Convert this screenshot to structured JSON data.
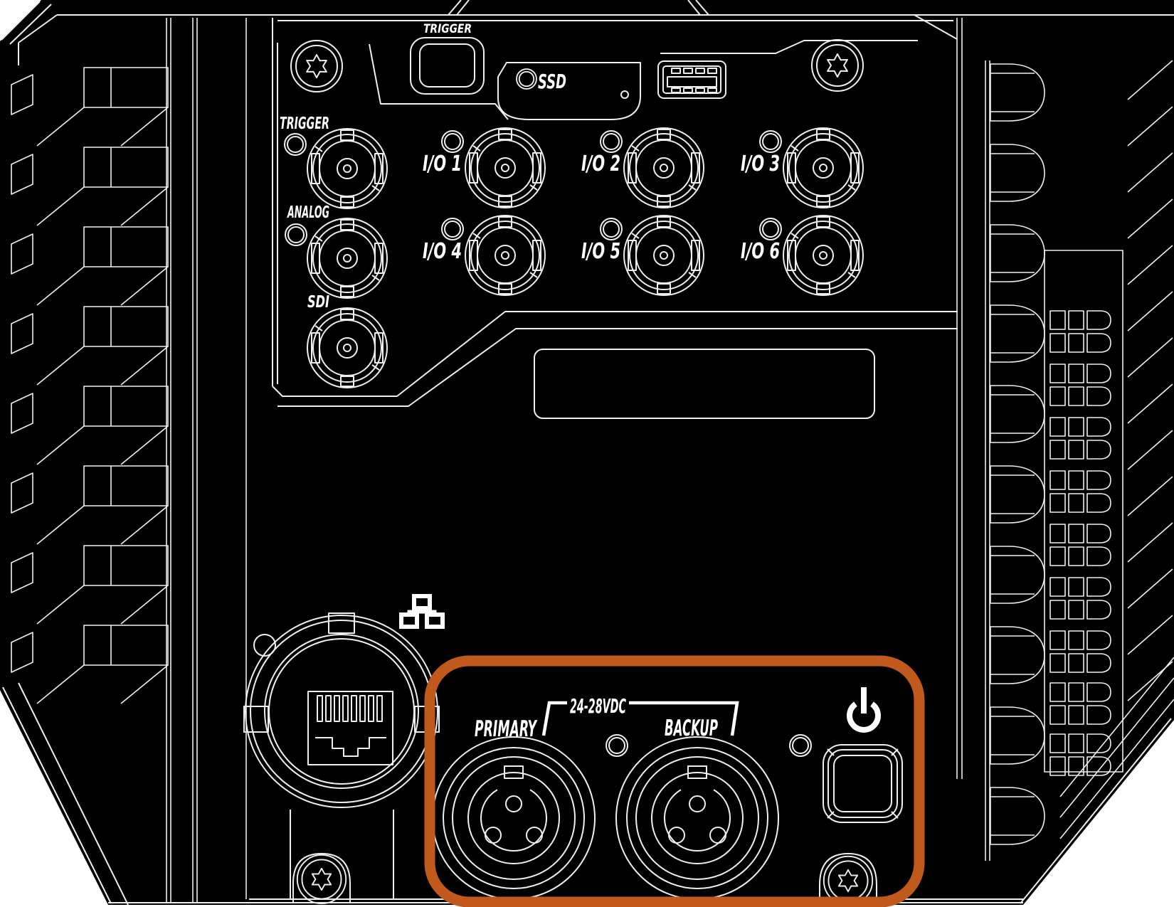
{
  "meta": {
    "title": "Camera rear panel connector diagram"
  },
  "colors": {
    "body": "#000000",
    "line": "#EFEFEF",
    "page": "#FFFFFF",
    "highlight_orange": "#C2591C"
  },
  "labels": {
    "trigger_button": "TRIGGER",
    "ssd": "SSD",
    "trigger_input": "TRIGGER",
    "analog": "ANALOG",
    "sdi": "SDI",
    "io_ports": [
      "I/O 1",
      "I/O 2",
      "I/O 3",
      "I/O 4",
      "I/O 5",
      "I/O 6"
    ],
    "power": {
      "primary": "PRIMARY",
      "backup": "BACKUP",
      "voltage": "24-28VDC"
    }
  },
  "icons": {
    "power_icon": "power-symbol",
    "ethernet_icon": "network-nodes-symbol",
    "torx_screw_icon": "torx-star",
    "usb_port_icon": "usb-a-receptacle",
    "rj45_icon": "rj45-jack",
    "bnc_icon": "bnc-connector",
    "power_connector_icon": "3-pin-circular-connector"
  },
  "highlight_box": {
    "color": "#C2591C"
  }
}
